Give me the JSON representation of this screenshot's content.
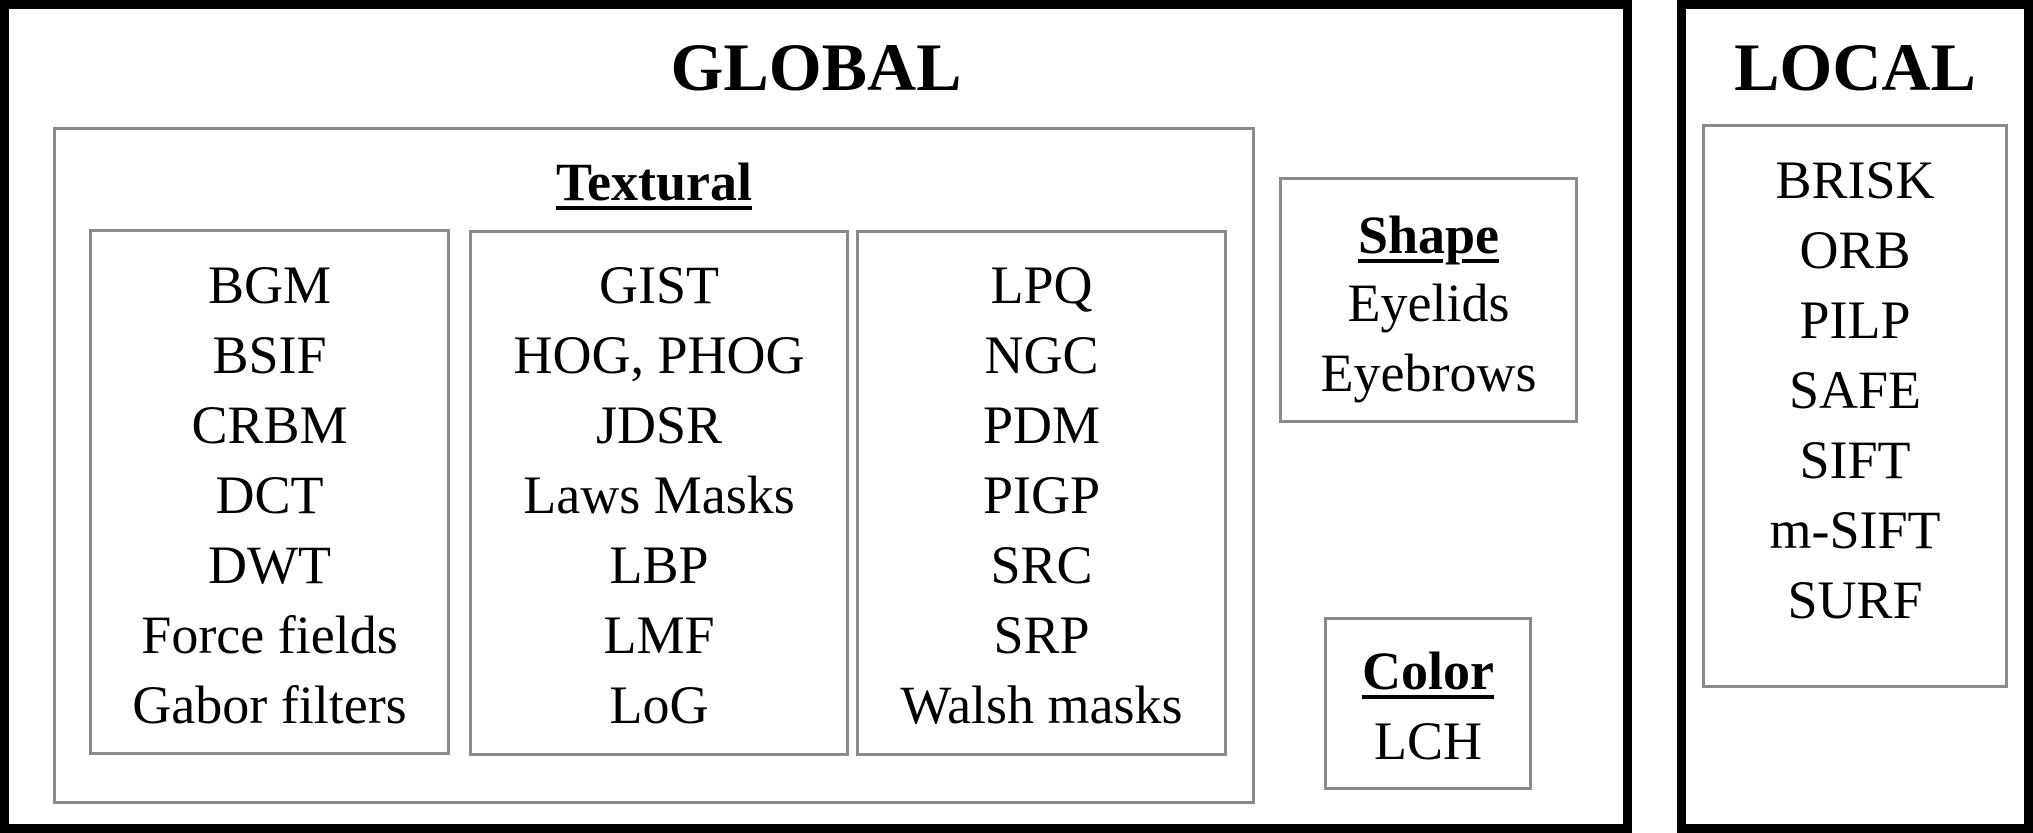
{
  "global": {
    "title": "GLOBAL",
    "textural": {
      "title": "Textural",
      "columns": [
        [
          "BGM",
          "BSIF",
          "CRBM",
          "DCT",
          "DWT",
          "Force fields",
          "Gabor filters"
        ],
        [
          "GIST",
          "HOG, PHOG",
          "JDSR",
          "Laws Masks",
          "LBP",
          "LMF",
          "LoG"
        ],
        [
          "LPQ",
          "NGC",
          "PDM",
          "PIGP",
          "SRC",
          "SRP",
          "Walsh masks"
        ]
      ]
    },
    "shape": {
      "title": "Shape",
      "items": [
        "Eyelids",
        "Eyebrows"
      ]
    },
    "color": {
      "title": "Color",
      "items": [
        "LCH"
      ]
    }
  },
  "local": {
    "title": "LOCAL",
    "items": [
      "BRISK",
      "ORB",
      "PILP",
      "SAFE",
      "SIFT",
      "m-SIFT",
      "SURF"
    ]
  }
}
